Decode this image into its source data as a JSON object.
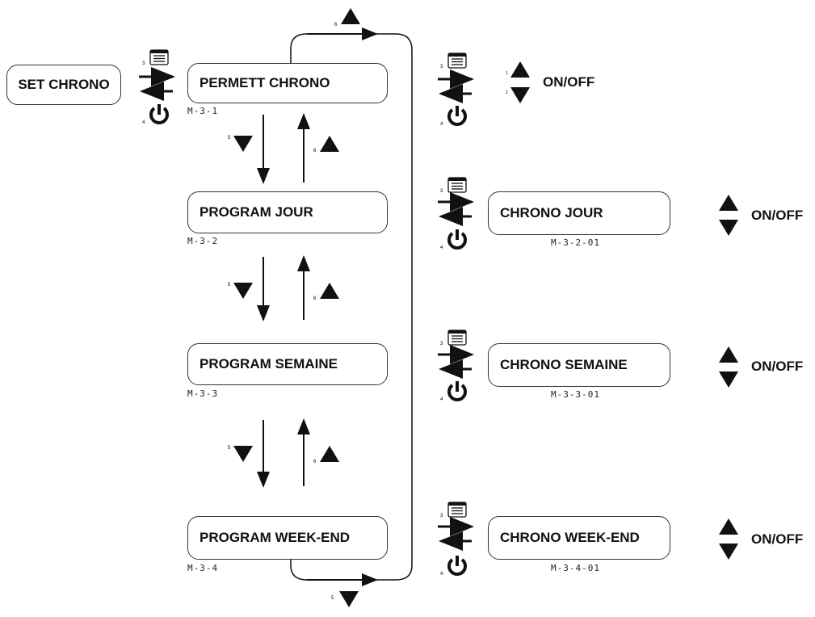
{
  "nodes": {
    "set_chrono": "SET CHRONO",
    "permett_chrono": "PERMETT CHRONO",
    "program_jour": "PROGRAM JOUR",
    "program_semaine": "PROGRAM SEMAINE",
    "program_weekend": "PROGRAM WEEK-END",
    "chrono_jour": "CHRONO JOUR",
    "chrono_semaine": "CHRONO SEMAINE",
    "chrono_weekend": "CHRONO WEEK-END"
  },
  "codes": {
    "permett": "M-3-1",
    "jour": "M-3-2",
    "semaine": "M-3-3",
    "weekend": "M-3-4",
    "chrono_jour": "M-3-2-01",
    "chrono_semaine": "M-3-3-01",
    "chrono_weekend": "M-3-4-01"
  },
  "onoff_label": "ON/OFF",
  "key_numbers": {
    "menu": "3",
    "power": "4",
    "down": "5",
    "up": "6",
    "up_small": "1",
    "down_small": "2"
  },
  "icons": [
    "menu-icon",
    "power-icon",
    "triangle-up-icon",
    "triangle-down-icon",
    "arrow-right-icon",
    "arrow-left-icon"
  ]
}
